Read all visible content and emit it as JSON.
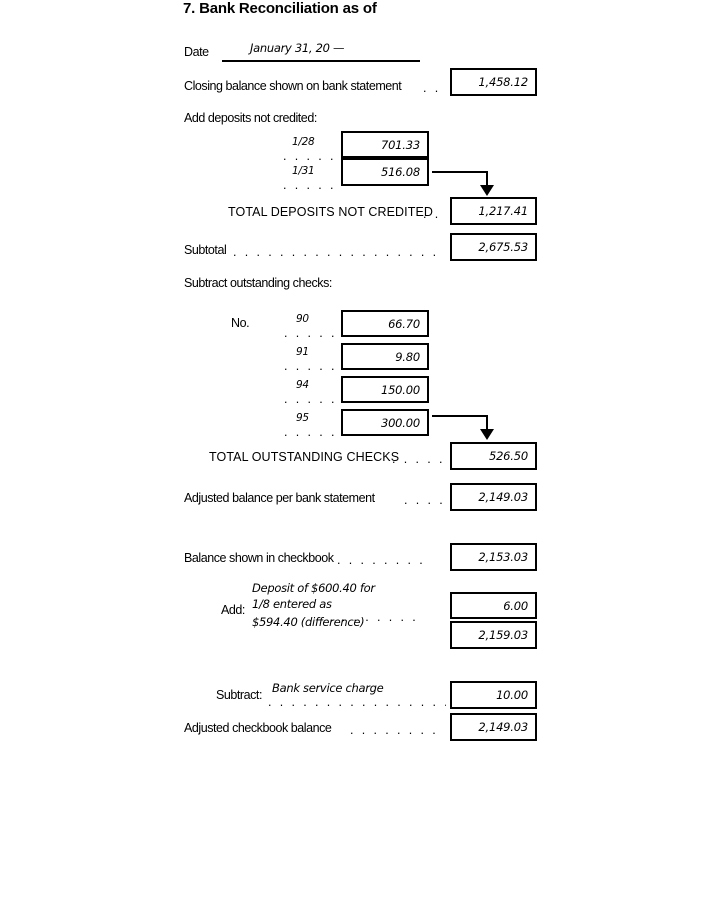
{
  "form": {
    "title": "7. Bank Reconciliation as of",
    "date_label": "Date",
    "date_value": "January 31, 20 —"
  },
  "bank_side": {
    "closing_balance_label": "Closing balance shown on bank statement",
    "closing_balance_dots": ". .",
    "closing_balance_value": "1,458.12",
    "add_deposits_label": "Add deposits not credited:",
    "deposits": [
      {
        "date": "1/28",
        "amount": "701.33"
      },
      {
        "date": "1/31",
        "amount": "516.08"
      }
    ],
    "total_deposits_label": "TOTAL DEPOSITS NOT CREDITED",
    "total_deposits_dots": ". .",
    "total_deposits_value": "1,217.41",
    "subtotal_label": "Subtotal",
    "subtotal_value": "2,675.53",
    "subtract_checks_label": "Subtract outstanding checks:",
    "check_no_label": "No.",
    "checks": [
      {
        "number": "90",
        "amount": "66.70"
      },
      {
        "number": "91",
        "amount": "9.80"
      },
      {
        "number": "94",
        "amount": "150.00"
      },
      {
        "number": "95",
        "amount": "300.00"
      }
    ],
    "total_checks_label": "TOTAL OUTSTANDING CHECKS",
    "total_checks_dots": ". . . . .",
    "total_checks_value": "526.50",
    "adjusted_bank_label": "Adjusted balance per bank statement",
    "adjusted_bank_dots": ". . . .",
    "adjusted_bank_value": "2,149.03"
  },
  "checkbook_side": {
    "balance_label": "Balance shown in checkbook",
    "balance_value": "2,153.03",
    "add_label": "Add:",
    "add_note_line1": "Deposit of $600.40 for",
    "add_note_line2": "1/8 entered as",
    "add_note_line3": "$594.40 (difference)",
    "add_value": "6.00",
    "running_total_value": "2,159.03",
    "subtract_label": "Subtract:",
    "subtract_note": "Bank service charge",
    "subtract_value": "10.00",
    "adjusted_checkbook_label": "Adjusted checkbook balance",
    "adjusted_checkbook_value": "2,149.03"
  },
  "leaders": {
    "dots_short": ". . . . .",
    "dots_med": ". . . . . . . .",
    "dots_long": ". . . . . . . . . . . . . . . . . .",
    "dots_xlong": ". . . . . . . . . . . . . . . . . . . . ."
  },
  "colors": {
    "ink": "#000000",
    "paper": "#ffffff"
  }
}
